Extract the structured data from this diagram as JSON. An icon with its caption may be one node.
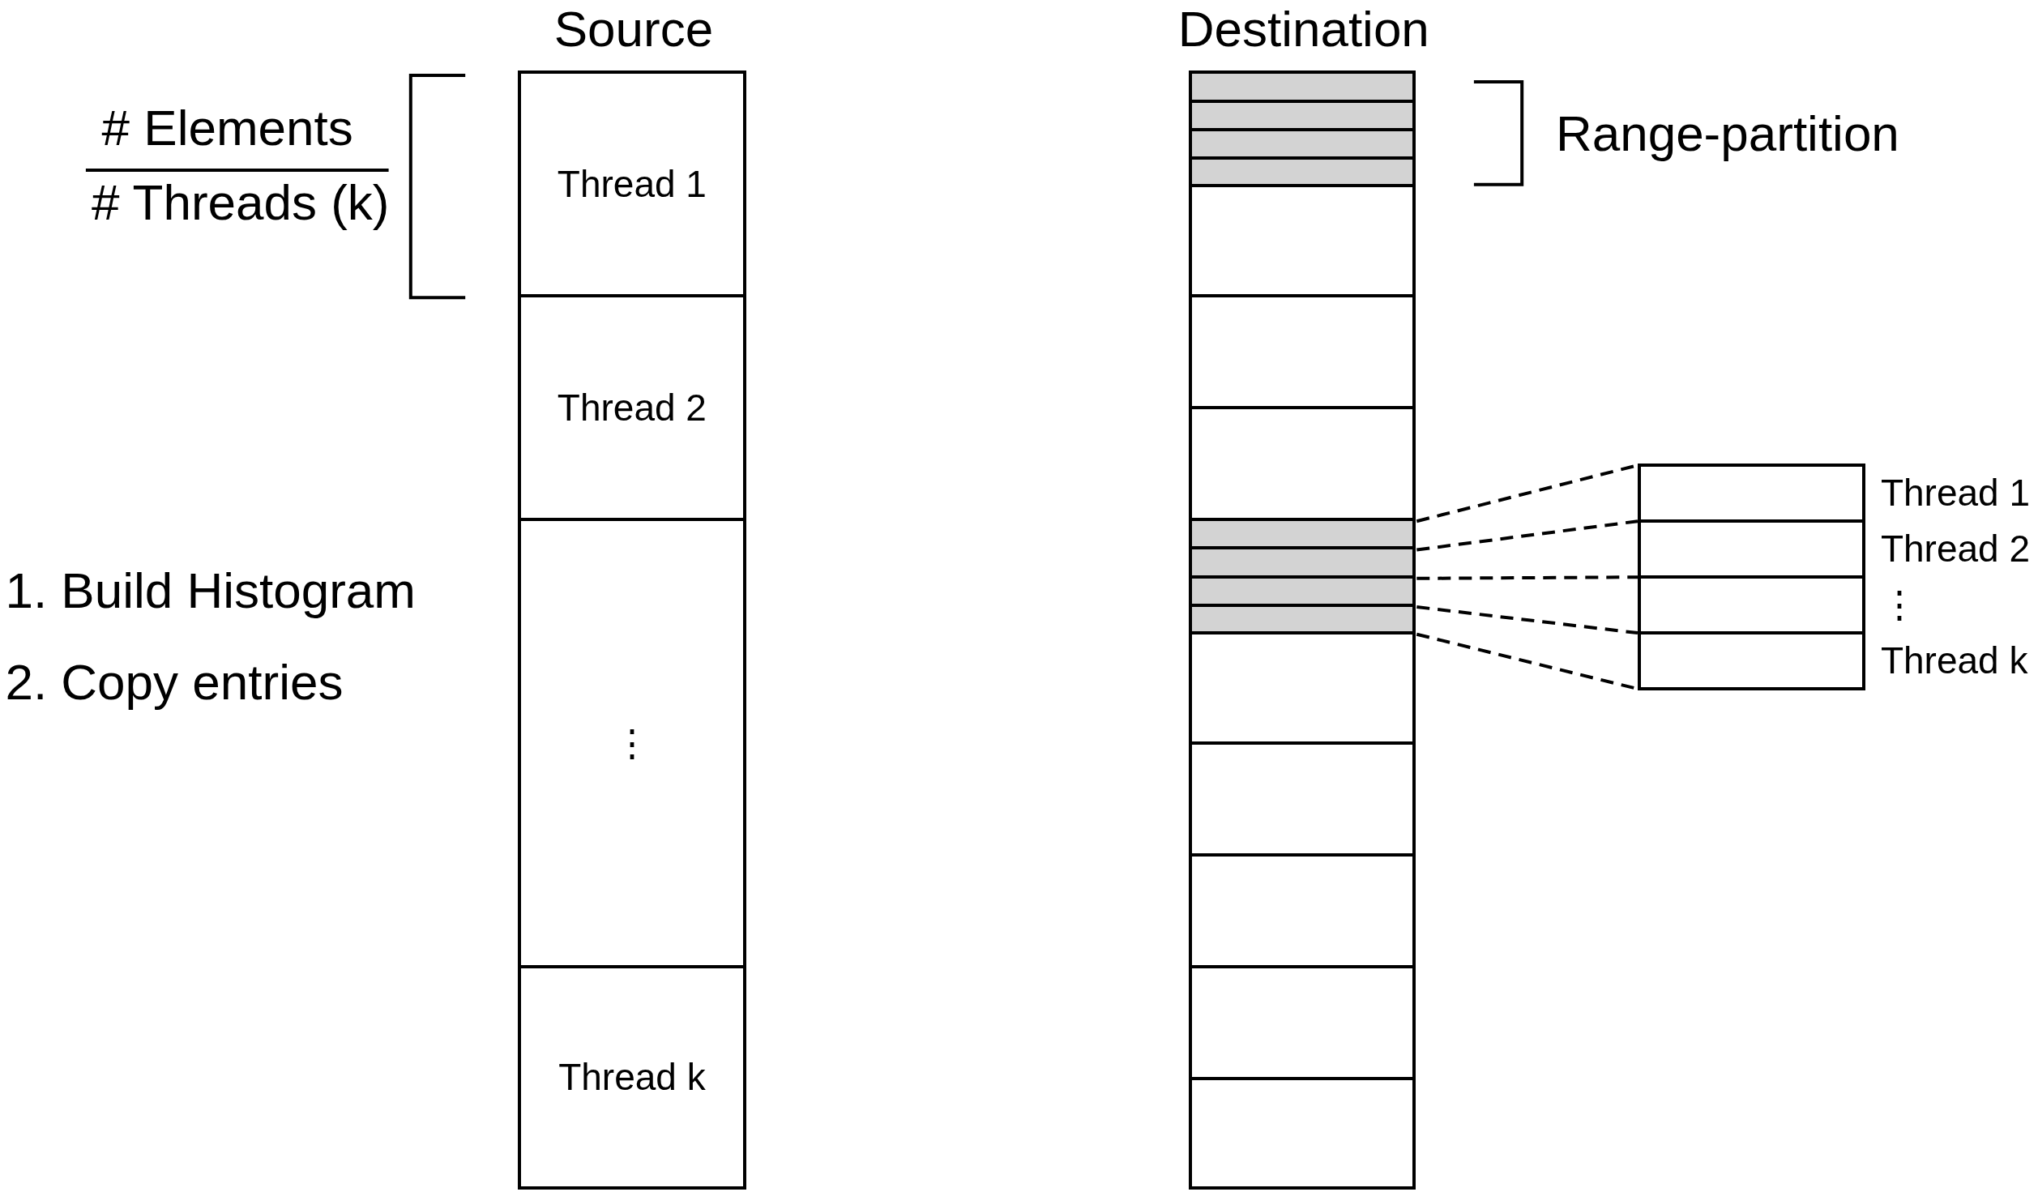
{
  "diagram": {
    "nodes": [
      {
        "text": [
          "Source"
        ]
      },
      {
        "text": [
          "Thread 1"
        ],
        "in": 0
      },
      {
        "text": [
          "Thread 2"
        ],
        "in": 0
      },
      {
        "text": [
          "⋮"
        ],
        "in": 0
      },
      {
        "text": [
          "Thread k"
        ],
        "in": 0
      },
      {
        "text": [
          "Destination"
        ]
      },
      {
        "text": [],
        "shape": "box",
        "in": 5
      },
      {
        "text": [],
        "shape": "box",
        "in": 5
      },
      {
        "text": [],
        "shape": "box",
        "in": 5
      },
      {
        "text": [],
        "shape": "box",
        "in": 5
      },
      {
        "text": [],
        "shape": "box",
        "in": 5
      },
      {
        "text": [],
        "shape": "box",
        "in": 5
      },
      {
        "text": [],
        "shape": "box",
        "in": 5
      },
      {
        "text": [],
        "shape": "box",
        "in": 5
      },
      {
        "text": [],
        "shape": "box",
        "in": 5
      },
      {
        "text": [],
        "shape": "box",
        "in": 5
      },
      {
        "text": [],
        "shape": "box",
        "in": 5
      },
      {
        "text": [],
        "shape": "box",
        "in": 5
      },
      {
        "text": [],
        "shape": "box",
        "in": 5
      },
      {
        "text": [],
        "shape": "box",
        "in": 5
      },
      {
        "text": [],
        "shape": "box",
        "in": 5
      },
      {
        "text": [],
        "shape": "box",
        "in": 5
      },
      {
        "text": [],
        "shape": "box",
        "beside": [
          "Thread 1"
        ]
      },
      {
        "text": [],
        "shape": "box",
        "beside": [
          "Thread 2"
        ]
      },
      {
        "text": [],
        "shape": "box",
        "beside": [
          "⋮"
        ]
      },
      {
        "text": [],
        "shape": "box",
        "beside": [
          "Thread k"
        ]
      }
    ],
    "edges": [
      {
        "from": 13,
        "to": 22,
        "arrow": "none",
        "style": "dashed"
      },
      {
        "from": 14,
        "to": 23,
        "arrow": "none",
        "style": "dashed"
      },
      {
        "from": 15,
        "to": 24,
        "arrow": "none",
        "style": "dashed"
      },
      {
        "from": 16,
        "to": 25,
        "arrow": "none",
        "style": "dashed"
      },
      {
        "from": 16,
        "to": 25,
        "arrow": "none",
        "style": "dashed"
      }
    ],
    "labels": [
      "# Elements",
      "# Threads (k)",
      "Range-partition",
      "1. Build Histogram",
      "2. Copy entries"
    ]
  }
}
